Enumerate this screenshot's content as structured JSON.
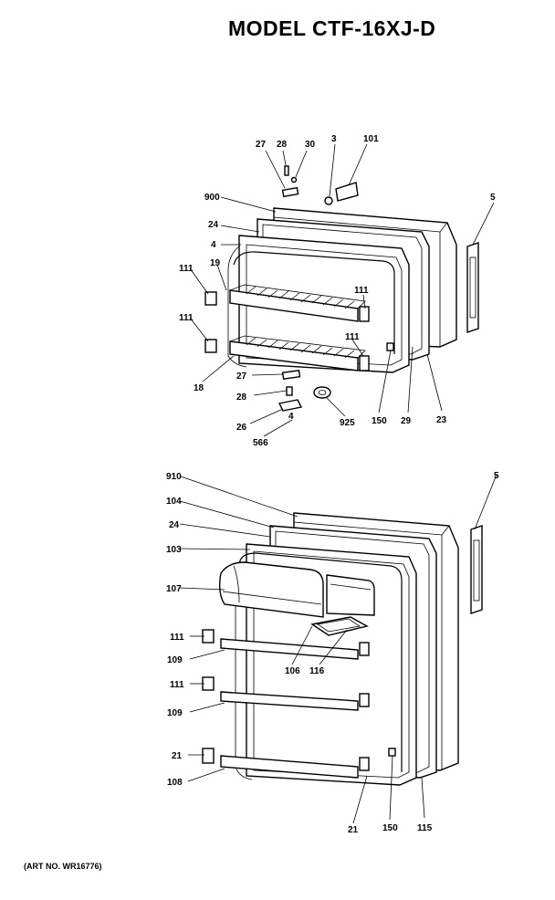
{
  "title": "MODEL CTF-16XJ-D",
  "art_number": "(ART NO. WR16776)",
  "freezer_door": {
    "callouts": {
      "c27a": "27",
      "c28a": "28",
      "c30": "30",
      "c3": "3",
      "c101": "101",
      "c900": "900",
      "c24": "24",
      "c4a": "4",
      "c5": "5",
      "c111a": "111",
      "c19": "19",
      "c111b": "111",
      "c111c": "111",
      "c111d": "111",
      "c18": "18",
      "c27b": "27",
      "c28b": "28",
      "c26": "26",
      "c4b": "4",
      "c566": "566",
      "c925": "925",
      "c150": "150",
      "c29": "29",
      "c23": "23"
    }
  },
  "fresh_food_door": {
    "callouts": {
      "c910": "910",
      "c104": "104",
      "c24": "24",
      "c103": "103",
      "c107": "107",
      "c111a": "111",
      "c109a": "109",
      "c111b": "111",
      "c109b": "109",
      "c21a": "21",
      "c108": "108",
      "c106": "106",
      "c116": "116",
      "c5": "5",
      "c21b": "21",
      "c150": "150",
      "c115": "115"
    }
  }
}
